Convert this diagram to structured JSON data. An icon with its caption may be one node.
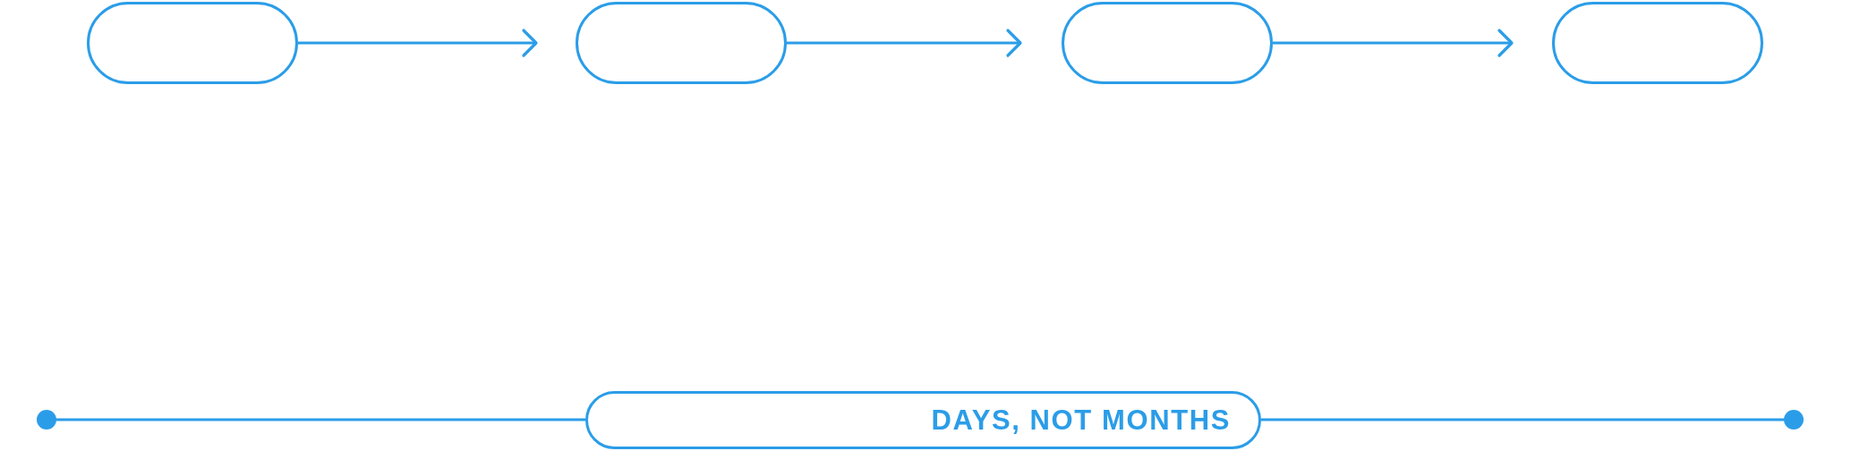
{
  "diagram": {
    "nodes": [
      {
        "text": [],
        "shape": "pill"
      },
      {
        "text": [],
        "shape": "pill"
      },
      {
        "text": [],
        "shape": "pill"
      },
      {
        "text": [],
        "shape": "pill"
      },
      {
        "text": [],
        "shape": "circle"
      },
      {
        "text": [
          "DAYS, NOT MONTHS"
        ]
      },
      {
        "text": [],
        "shape": "circle"
      }
    ],
    "edges": [
      {
        "from": 0,
        "to": 1,
        "arrow": "to"
      },
      {
        "from": 1,
        "to": 2,
        "arrow": "to"
      },
      {
        "from": 2,
        "to": 3,
        "arrow": "to"
      },
      {
        "from": 4,
        "to": 5,
        "arrow": "none"
      },
      {
        "from": 5,
        "to": 6,
        "arrow": "none"
      }
    ]
  }
}
